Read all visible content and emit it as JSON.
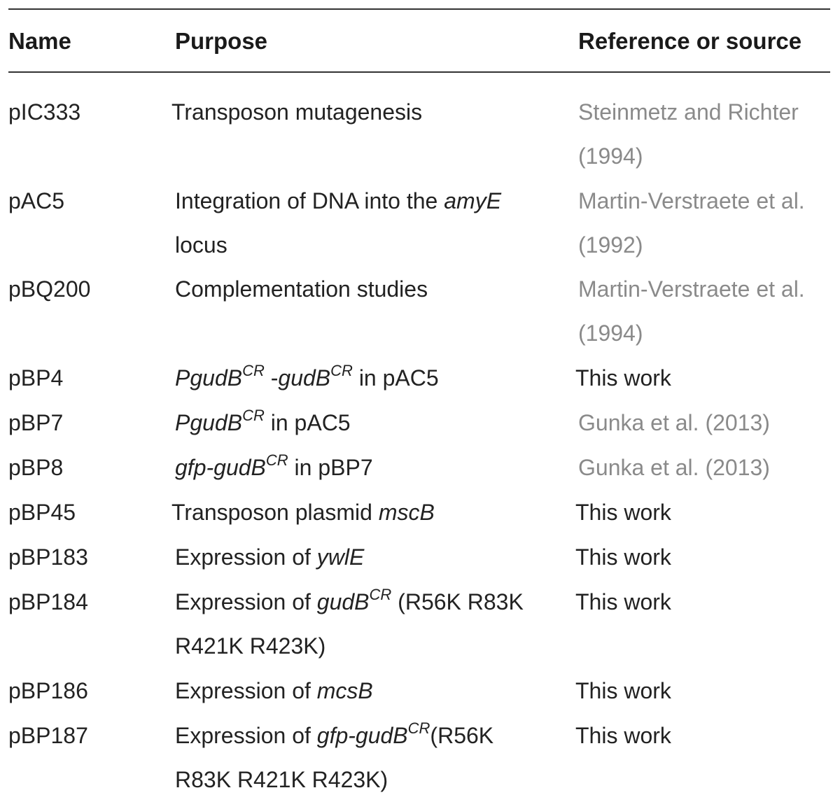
{
  "headers": {
    "name": "Name",
    "purpose": "Purpose",
    "reference": "Reference or source"
  },
  "rows": [
    {
      "name": "pIC333",
      "purpose_lines": [
        "Transposon mutagenesis"
      ],
      "ref_lines": [
        "Steinmetz and Richter",
        "(1994)"
      ],
      "ref_type": "citation"
    },
    {
      "name": "pAC5",
      "purpose_lines": [
        "Integration of DNA into the amyE",
        "locus"
      ],
      "ref_lines": [
        "Martin-Verstraete et al.",
        "(1992)"
      ],
      "ref_type": "citation"
    },
    {
      "name": "pBQ200",
      "purpose_lines": [
        "Complementation studies"
      ],
      "ref_lines": [
        "Martin-Verstraete et al.",
        "(1994)"
      ],
      "ref_type": "citation"
    },
    {
      "name": "pBP4",
      "purpose_lines": [
        "PgudBCR -gudBCR in pAC5"
      ],
      "ref_lines": [
        "This work"
      ],
      "ref_type": "plain"
    },
    {
      "name": "pBP7",
      "purpose_lines": [
        "PgudBCR in pAC5"
      ],
      "ref_lines": [
        "Gunka et al. (2013)"
      ],
      "ref_type": "citation"
    },
    {
      "name": "pBP8",
      "purpose_lines": [
        "gfp-gudBCR in pBP7"
      ],
      "ref_lines": [
        "Gunka et al. (2013)"
      ],
      "ref_type": "citation"
    },
    {
      "name": "pBP45",
      "purpose_lines": [
        "Transposon plasmid mscB"
      ],
      "ref_lines": [
        "This work"
      ],
      "ref_type": "plain"
    },
    {
      "name": "pBP183",
      "purpose_lines": [
        "Expression of ywlE"
      ],
      "ref_lines": [
        "This work"
      ],
      "ref_type": "plain"
    },
    {
      "name": "pBP184",
      "purpose_lines": [
        "Expression of gudBCR (R56K R83K",
        "R421K R423K)"
      ],
      "ref_lines": [
        "This work"
      ],
      "ref_type": "plain"
    },
    {
      "name": "pBP186",
      "purpose_lines": [
        "Expression of mcsB"
      ],
      "ref_lines": [
        "This work"
      ],
      "ref_type": "plain"
    },
    {
      "name": "pBP187",
      "purpose_lines": [
        "Expression of gfp-gudBCR(R56K",
        "R83K R421K R423K)"
      ],
      "ref_lines": [
        "This work"
      ],
      "ref_type": "plain"
    }
  ],
  "colors": {
    "text": "#222222",
    "citation": "#8a8a8a",
    "rule": "#333333"
  }
}
